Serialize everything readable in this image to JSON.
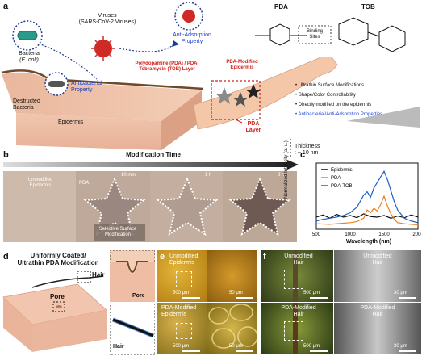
{
  "panel_a": {
    "label": "a",
    "bacteria": "Bacteria",
    "bacteria_species": "(E. coli)",
    "viruses": "Viruses",
    "viruses_detail": "(SARS-CoV-2 Viruses)",
    "anti_adsorption": "Anti-Adsorption",
    "property": "Property",
    "antibacterial": "Antibacterial",
    "destructed": "Destructed",
    "bacteria2": "Bacteria",
    "epidermis": "Epidermis",
    "layer_line1": "Polydopamine (PDA) / PDA-",
    "layer_line2": "Tobramycin (TOB) Layer",
    "modified_line1": "PDA-Modified",
    "modified_line2": "Epidermis",
    "pda_layer1": "PDA",
    "pda_layer2": "Layer",
    "pda_title": "PDA",
    "tob_title": "TOB",
    "binding_sites1": "Binding",
    "binding_sites2": "Sites",
    "features": [
      "Ultrathin Surface Modifications",
      "Shape/Color Controllability",
      "Directly modified on the epidermis",
      "Antibacterial/Anti-Adsorption Properties"
    ],
    "thickness1": "Thickness",
    "thickness2": ": ~ 10 nm"
  },
  "panel_b": {
    "label": "b",
    "time_title": "Modification Time",
    "unmodified1": "Unmodified",
    "unmodified2": "Epidermis",
    "pda": "PDA",
    "t1": "10 min",
    "t2": "1 h",
    "t3": "8 h",
    "selective1": "Selective Surface",
    "selective2": "Modification"
  },
  "panel_c": {
    "label": "c",
    "chart_data": {
      "type": "line",
      "xlabel": "Wavelength (nm)",
      "ylabel": "Normalized Intensity (a. u.)",
      "xlim": [
        500,
        2000
      ],
      "xticks": [
        500,
        1000,
        1500,
        2000
      ],
      "series": [
        {
          "name": "Epidermis",
          "color": "#111111",
          "x": [
            500,
            600,
            700,
            800,
            900,
            1000,
            1100,
            1200,
            1300,
            1400,
            1500,
            1600,
            1700,
            1800,
            1900,
            2000
          ],
          "y": [
            0.22,
            0.26,
            0.2,
            0.27,
            0.22,
            0.25,
            0.21,
            0.28,
            0.23,
            0.22,
            0.25,
            0.2,
            0.24,
            0.21,
            0.26,
            0.22
          ]
        },
        {
          "name": "PDA",
          "color": "#f07f1c",
          "x": [
            500,
            700,
            900,
            1000,
            1100,
            1200,
            1250,
            1300,
            1350,
            1400,
            1450,
            1500,
            1550,
            1600,
            1650,
            1700,
            1800,
            1900,
            2000
          ],
          "y": [
            0.1,
            0.09,
            0.11,
            0.12,
            0.14,
            0.2,
            0.35,
            0.3,
            0.38,
            0.33,
            0.45,
            0.6,
            0.42,
            0.28,
            0.18,
            0.12,
            0.1,
            0.09,
            0.08
          ]
        },
        {
          "name": "PDA-TOB",
          "color": "#1f5fbf",
          "x": [
            500,
            600,
            700,
            800,
            900,
            1000,
            1100,
            1200,
            1250,
            1300,
            1350,
            1400,
            1450,
            1500,
            1550,
            1600,
            1650,
            1700,
            1800,
            1900,
            2000
          ],
          "y": [
            0.15,
            0.18,
            0.2,
            0.22,
            0.25,
            0.3,
            0.4,
            0.62,
            0.68,
            0.58,
            0.75,
            0.85,
            0.95,
            1.05,
            0.9,
            0.7,
            0.5,
            0.35,
            0.2,
            0.15,
            0.12
          ]
        }
      ]
    }
  },
  "panel_d": {
    "label": "d",
    "title1": "Uniformly Coated/",
    "title2": "Ultrathin PDA Modification",
    "hair": "Hair",
    "pore": "Pore",
    "pore_zoom": "Pore",
    "hair_zoom": "Hair"
  },
  "panel_e": {
    "label": "e",
    "unmod1": "Unmodified",
    "unmod2": "Epidermis",
    "mod1": "PDA-Modified",
    "mod2": "Epidermis",
    "sb1": "500 μm",
    "sb2": "50 μm",
    "sb3": "500 μm",
    "sb4": "50 μm"
  },
  "panel_f": {
    "label": "f",
    "unmod1": "Unmodified",
    "unmod2": "Hair",
    "unmod_r1": "Unmodified",
    "unmod_r2": "Hair",
    "mod1": "PDA-Modified",
    "mod2": "Hair",
    "mod_r1": "PDA-Modified",
    "mod_r2": "Hair",
    "sb1": "500 μm",
    "sb2": "30 μm",
    "sb3": "500 μm",
    "sb4": "30 μm"
  }
}
